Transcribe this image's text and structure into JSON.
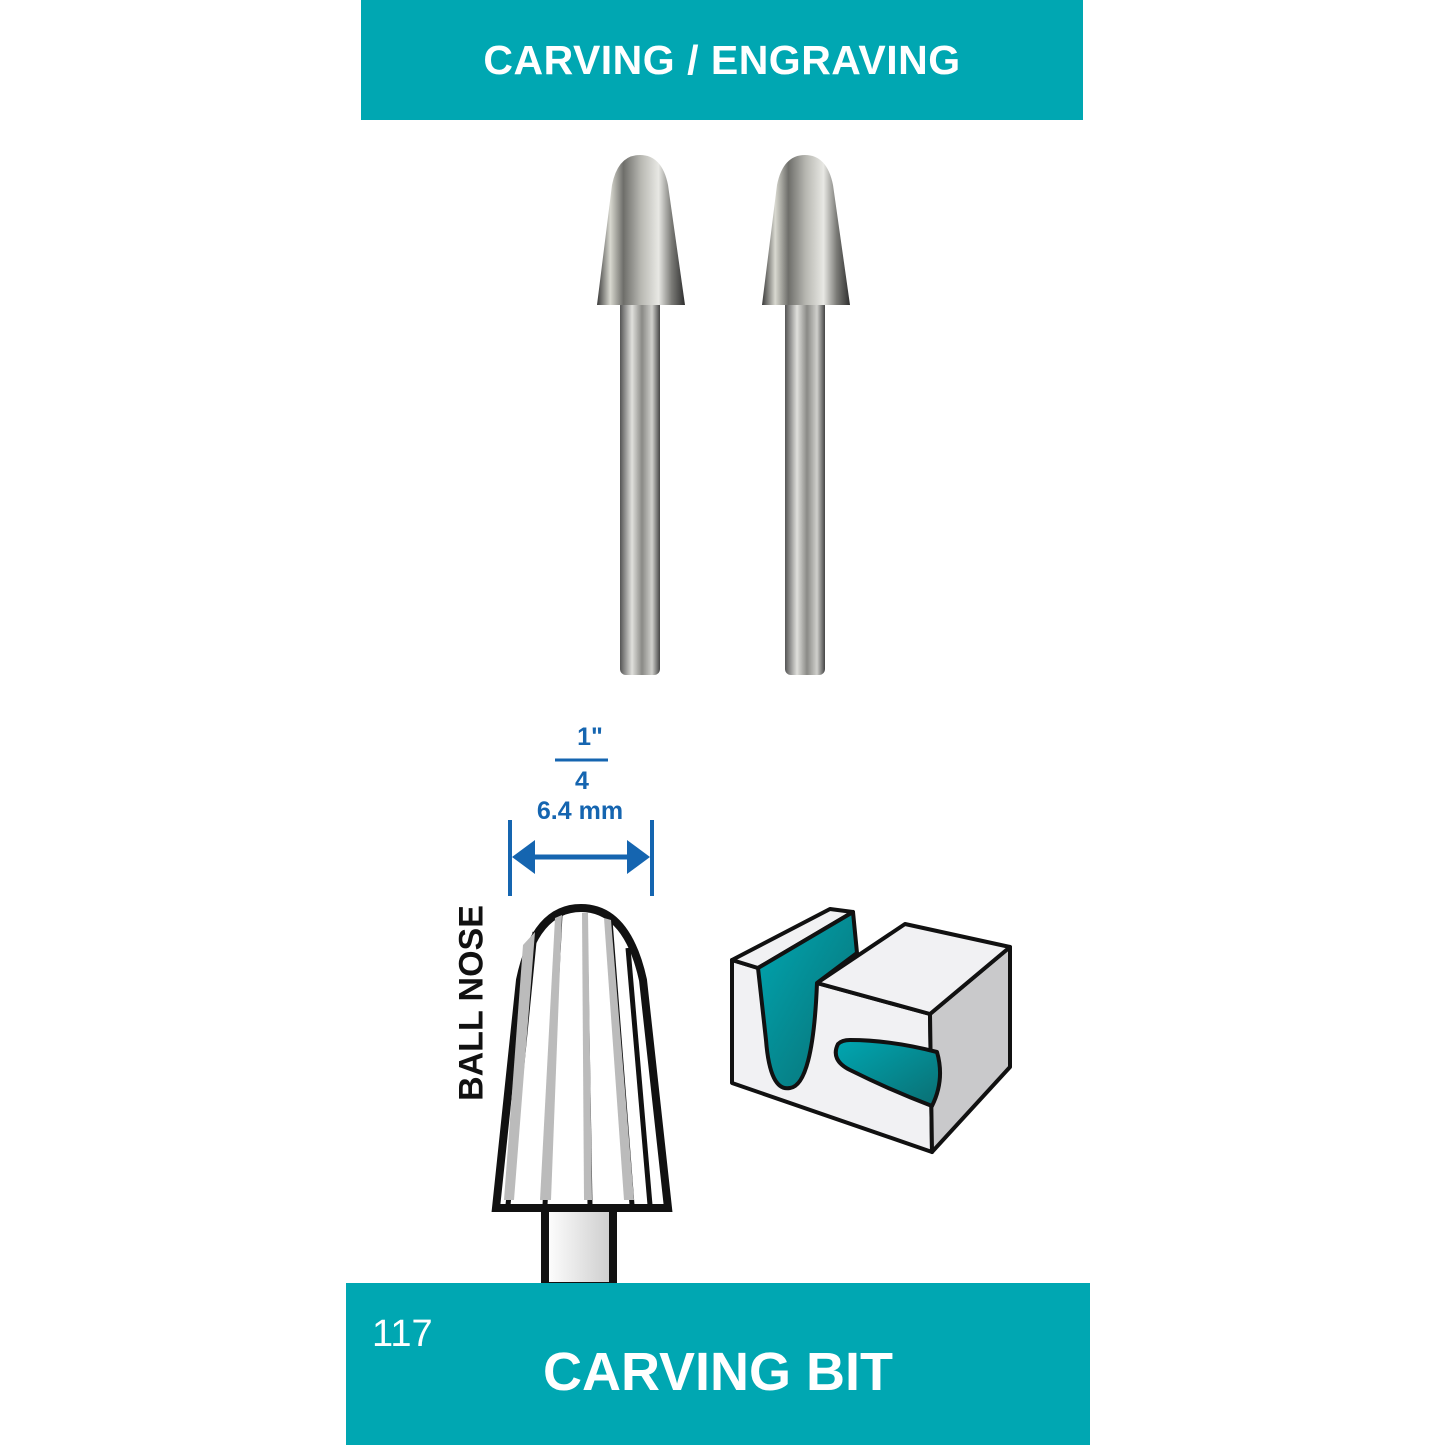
{
  "header": {
    "title": "CARVING / ENGRAVING"
  },
  "diagram": {
    "fraction_numerator": "1\"",
    "fraction_denominator": "4",
    "metric": "6.4 mm",
    "tip_shape": "BALL NOSE"
  },
  "footer": {
    "model_number": "117",
    "product_name": "CARVING BIT"
  },
  "colors": {
    "accent": "#00a7b2",
    "dimension": "#1565b0"
  }
}
